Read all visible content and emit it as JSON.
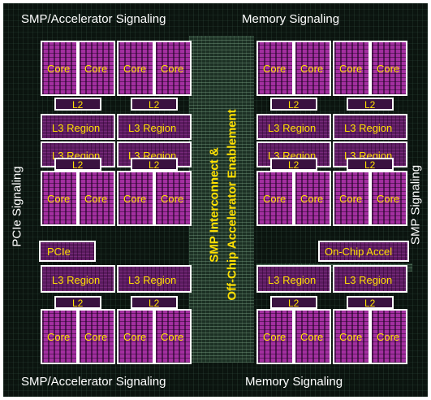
{
  "signals": {
    "top_left": "SMP/Accelerator Signaling",
    "top_right": "Memory Signaling",
    "bottom_left": "SMP/Accelerator Signaling",
    "bottom_right": "Memory Signaling",
    "left": "PCIe Signaling",
    "right": "SMP Signaling"
  },
  "center": {
    "line1": "SMP Interconnect &",
    "line2": "Off-Chip Accelerator Enablement"
  },
  "units": {
    "core": "Core",
    "l2": "L2",
    "l3": "L3 Region",
    "pcie": "PCIe",
    "accel": "On-Chip Accel"
  },
  "colors": {
    "die_background": "#0b140f",
    "core_region": "#a32fa0",
    "l3_region": "#5a1c5f",
    "outline": "#ffffff",
    "label_text": "#ffe000",
    "signal_text": "#ffffff"
  }
}
